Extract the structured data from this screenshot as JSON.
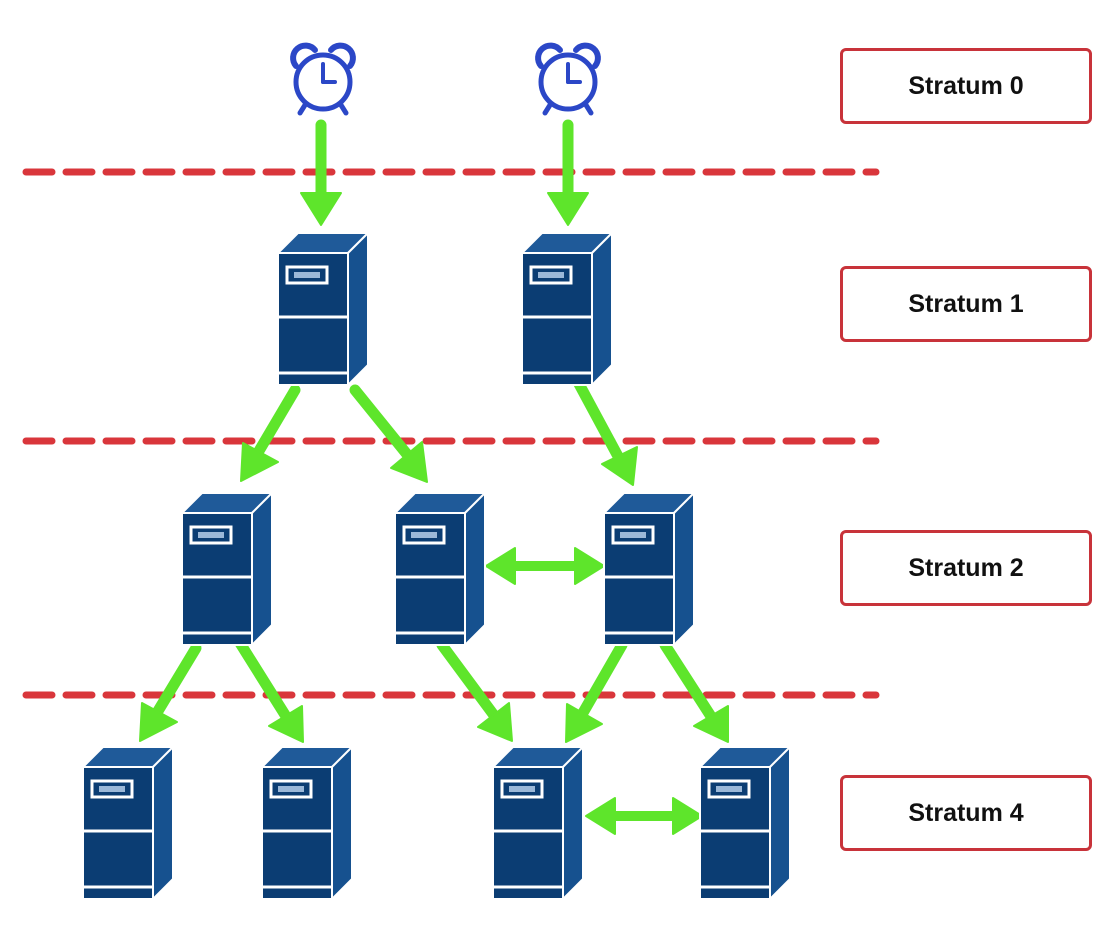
{
  "strata_labels": [
    "Stratum 0",
    "Stratum 1",
    "Stratum 2",
    "Stratum 4"
  ],
  "colors": {
    "server_front": "#0b3d73",
    "server_side": "#16518f",
    "server_top": "#1f5a99",
    "clock": "#2b47c7",
    "arrow": "#5ee52b",
    "divider": "#d9363b",
    "label_border": "#c8333a"
  },
  "icons": {
    "clock": "alarm-clock-icon",
    "server": "server-tower-icon"
  }
}
